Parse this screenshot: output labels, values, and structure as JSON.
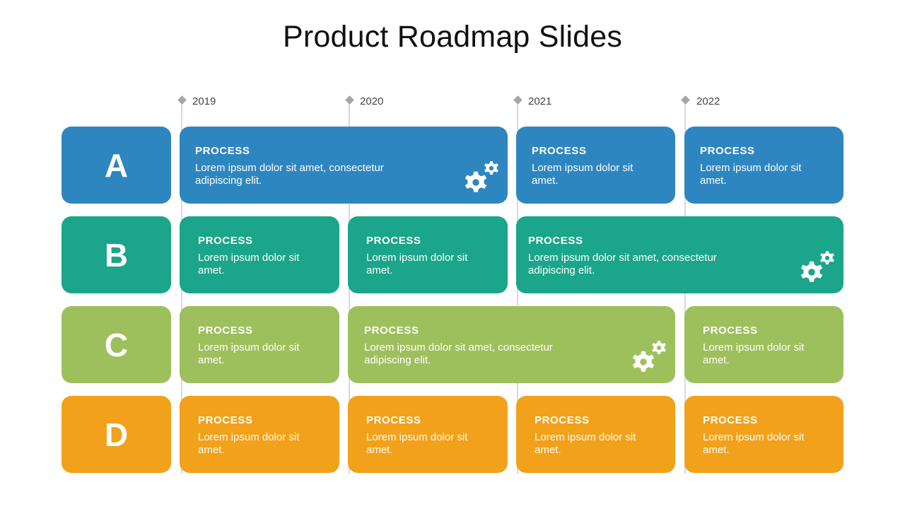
{
  "title": "Product Roadmap Slides",
  "timeline": {
    "years": [
      "2019",
      "2020",
      "2021",
      "2022"
    ],
    "marker_color": "#a6a6a6",
    "line_color": "#d9d9d9"
  },
  "colors": {
    "A": "#2e86c1",
    "B": "#1ba58a",
    "C": "#9dc05c",
    "D": "#f2a11b"
  },
  "rows": [
    {
      "label": "A",
      "cells": [
        {
          "span": "2019-2020",
          "heading": "PROCESS",
          "text": "Lorem ipsum dolor sit amet, consectetur adipiscing elit.",
          "icon": "gears-icon"
        },
        {
          "span": "2021",
          "heading": "PROCESS",
          "text": "Lorem ipsum dolor sit amet."
        },
        {
          "span": "2022",
          "heading": "PROCESS",
          "text": "Lorem ipsum dolor sit amet."
        }
      ]
    },
    {
      "label": "B",
      "cells": [
        {
          "span": "2019",
          "heading": "PROCESS",
          "text": "Lorem ipsum dolor sit amet."
        },
        {
          "span": "2020",
          "heading": "PROCESS",
          "text": "Lorem ipsum dolor sit amet."
        },
        {
          "span": "2021-2022",
          "heading": "PROCESS",
          "text": "Lorem ipsum dolor sit amet, consectetur adipiscing elit.",
          "icon": "gears-icon"
        }
      ]
    },
    {
      "label": "C",
      "cells": [
        {
          "span": "2019",
          "heading": "PROCESS",
          "text": "Lorem ipsum dolor sit amet."
        },
        {
          "span": "2020-2021",
          "heading": "PROCESS",
          "text": "Lorem ipsum dolor sit amet, consectetur adipiscing elit.",
          "icon": "gears-icon"
        },
        {
          "span": "2022",
          "heading": "PROCESS",
          "text": "Lorem ipsum dolor sit amet."
        }
      ]
    },
    {
      "label": "D",
      "cells": [
        {
          "span": "2019",
          "heading": "PROCESS",
          "text": "Lorem ipsum dolor sit amet."
        },
        {
          "span": "2020",
          "heading": "PROCESS",
          "text": "Lorem ipsum dolor sit amet."
        },
        {
          "span": "2021",
          "heading": "PROCESS",
          "text": "Lorem ipsum dolor sit amet."
        },
        {
          "span": "2022",
          "heading": "PROCESS",
          "text": "Lorem ipsum dolor sit amet."
        }
      ]
    }
  ]
}
